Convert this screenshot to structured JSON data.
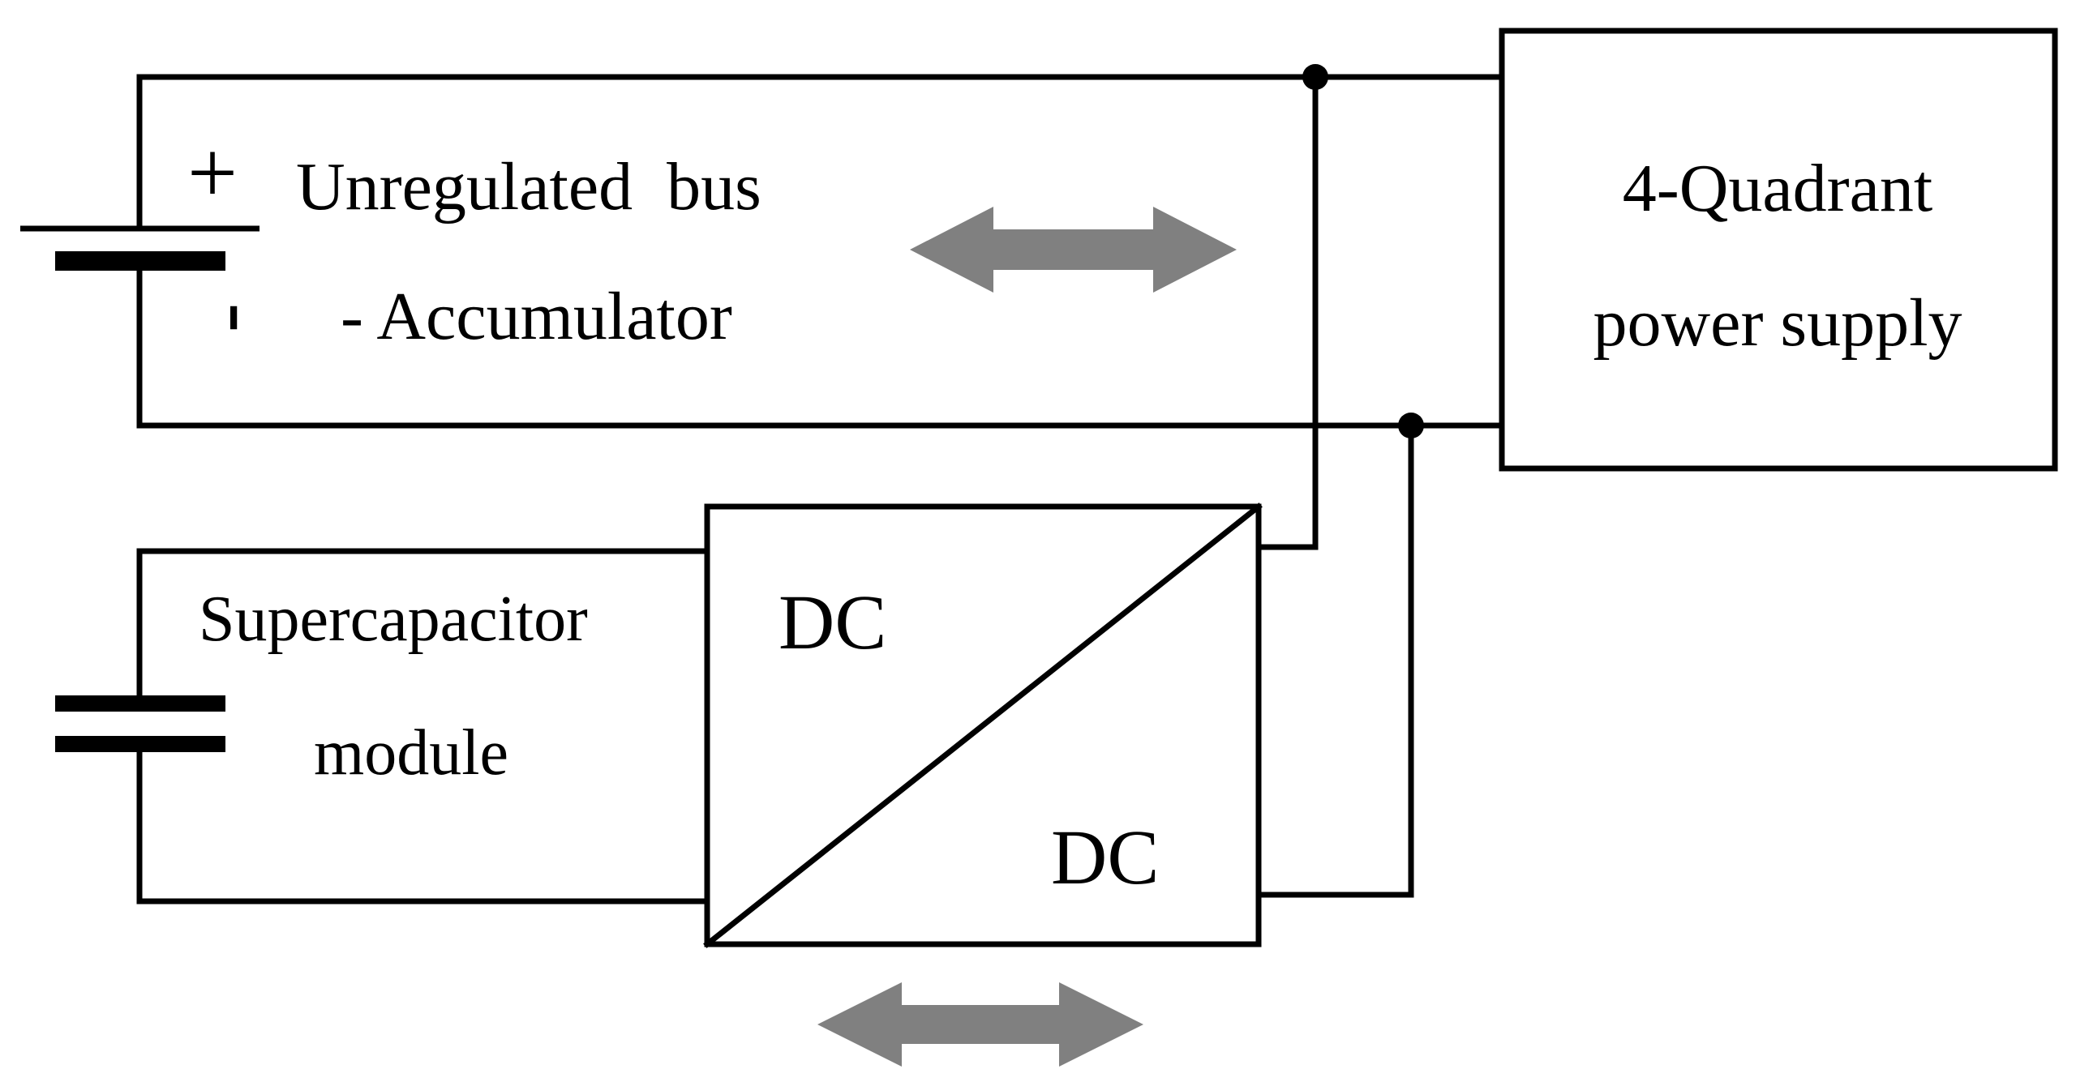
{
  "battery": {
    "plus_sign": "+",
    "minus_sign": "-"
  },
  "bus": {
    "line1": "Unregulated  bus",
    "line2": "- Accumulator"
  },
  "power_supply": {
    "line1": "4-Quadrant",
    "line2": "power supply"
  },
  "supercap": {
    "line1": "Supercapacitor",
    "line2": "module"
  },
  "converter": {
    "top_label": "DC",
    "bottom_label": "DC"
  },
  "colors": {
    "line": "#000000",
    "arrow": "#808080",
    "background": "#ffffff"
  },
  "icons": [
    "battery-icon",
    "capacitor-icon",
    "bidirectional-arrow-icon"
  ]
}
